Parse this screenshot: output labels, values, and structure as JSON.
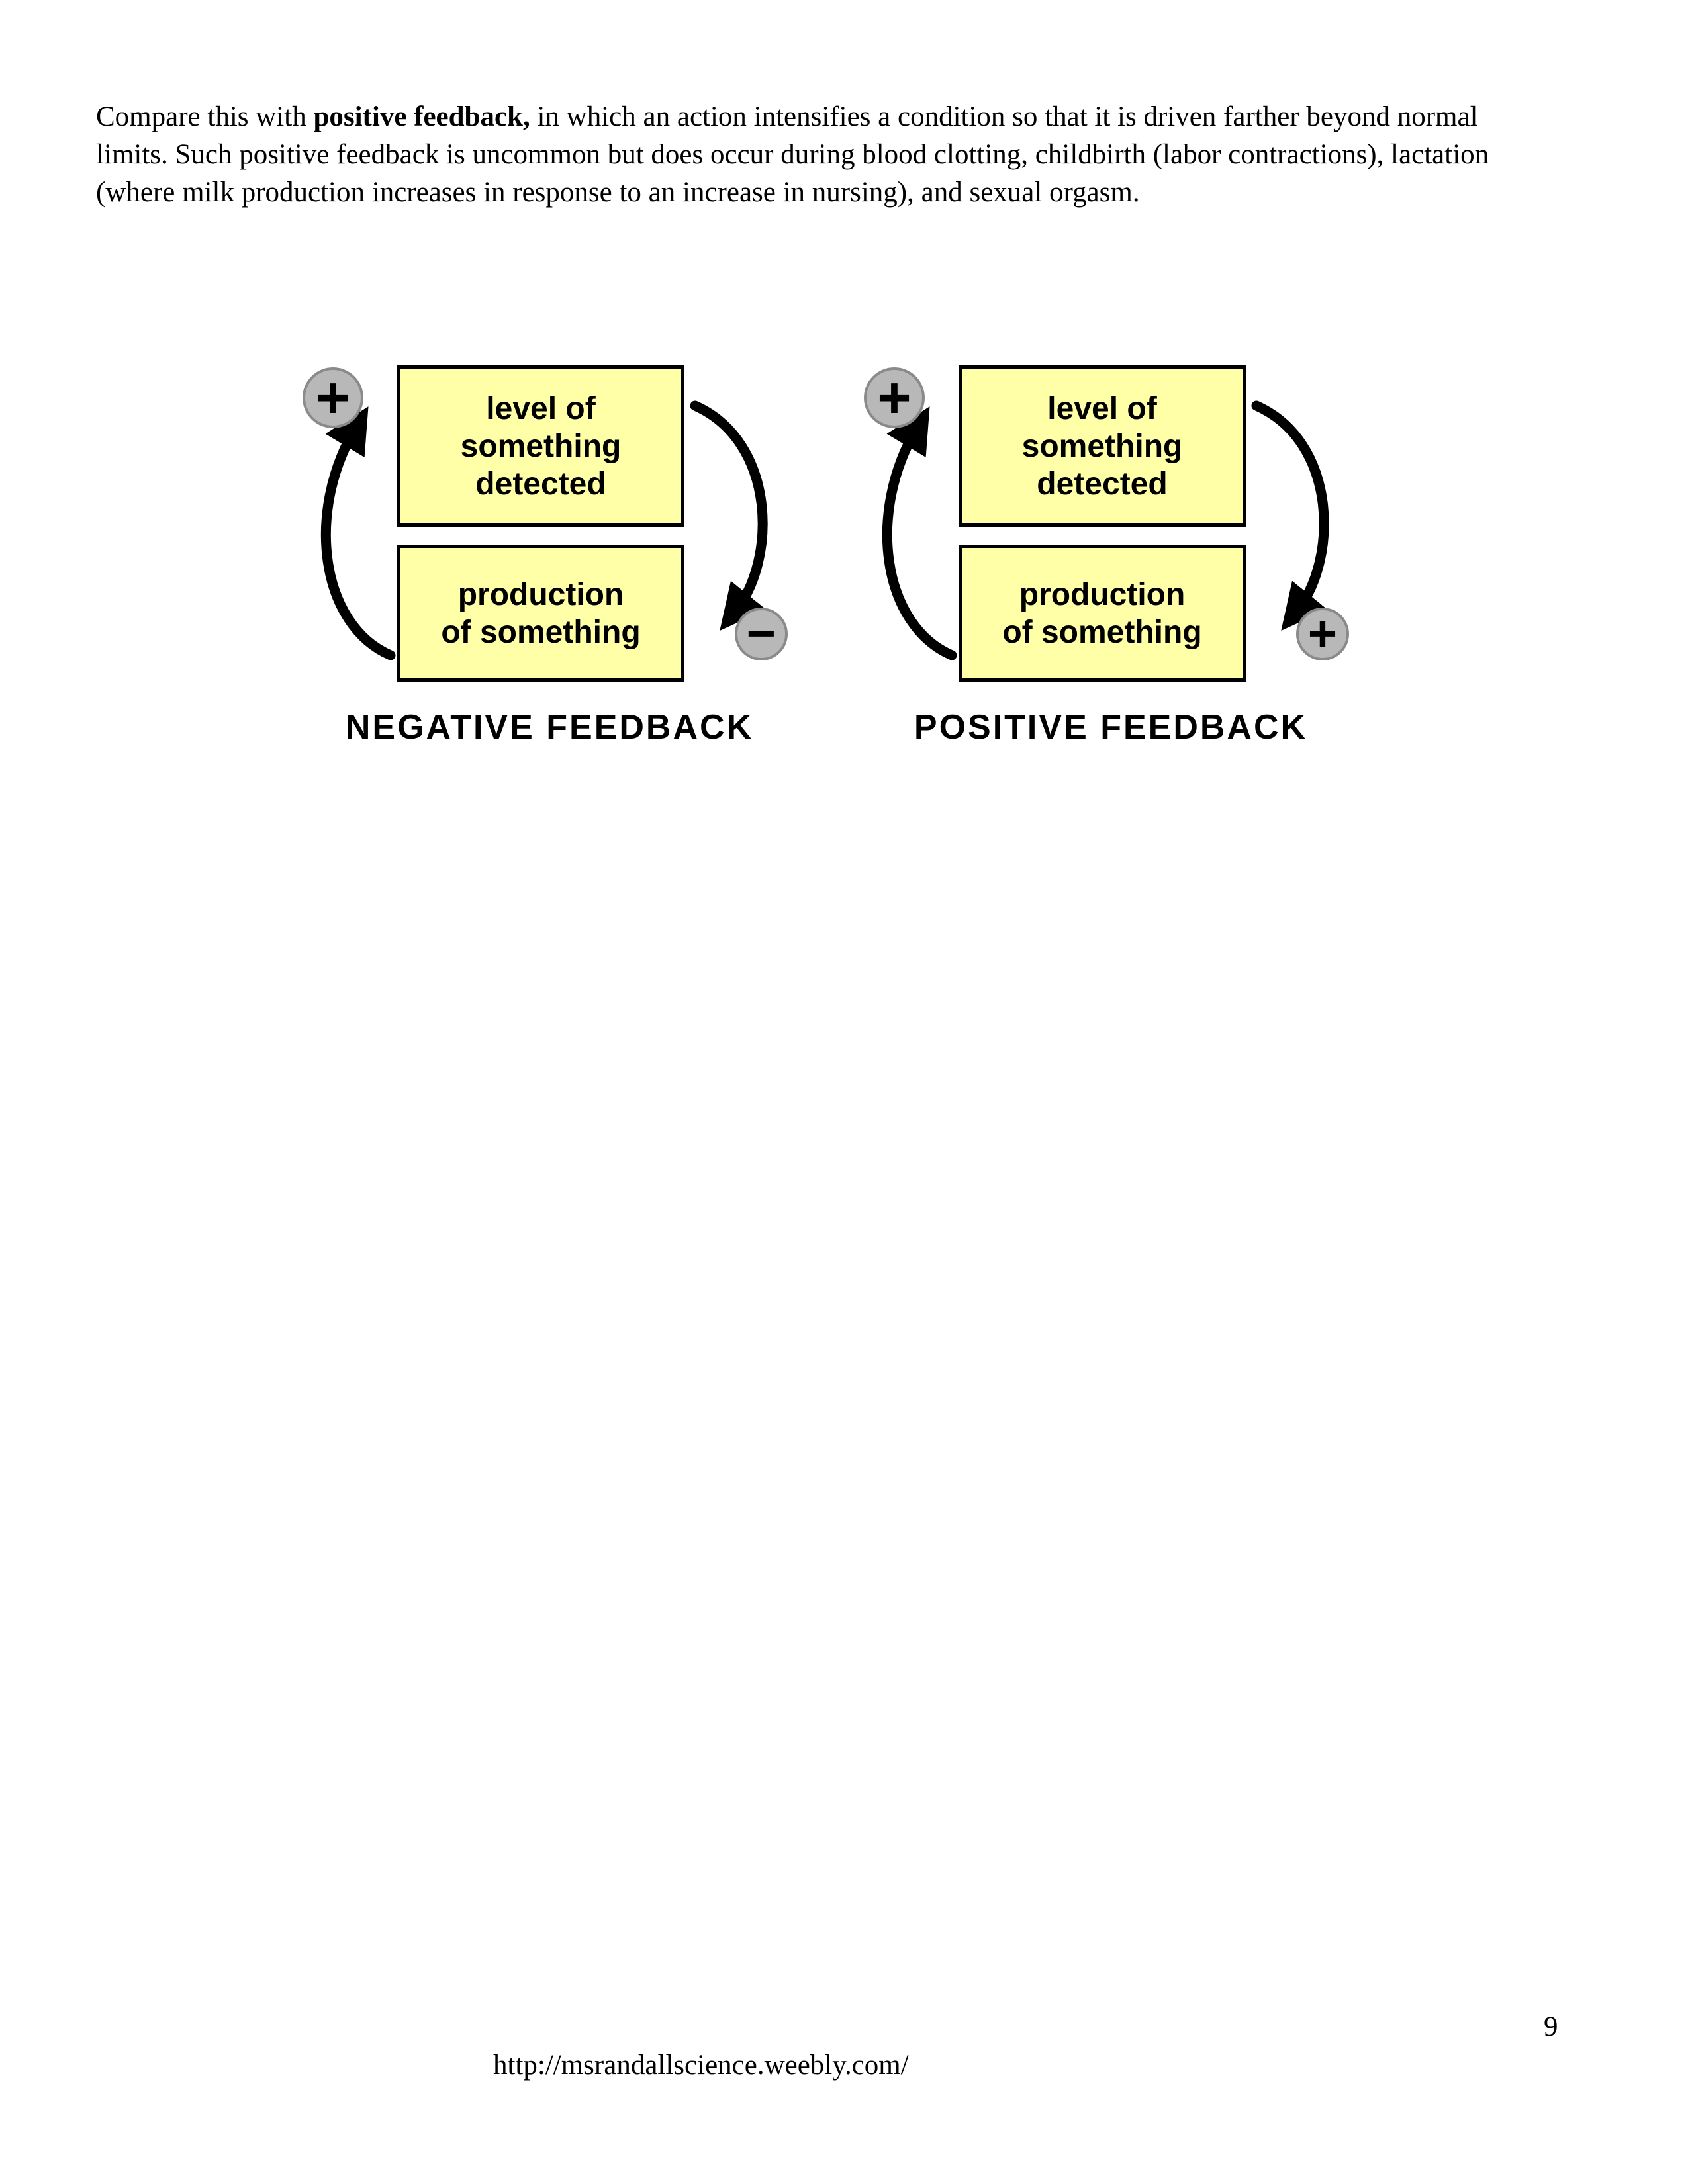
{
  "paragraph": {
    "lead": "Compare this with ",
    "bold": "positive feedback,",
    "rest": " in which an action intensifies a condition so that it is driven farther beyond normal limits. Such positive feedback is uncommon but does occur during blood clotting, childbirth (labor contractions), lactation (where milk production increases in response to an increase in nursing), and sexual orgasm."
  },
  "diagrams": [
    {
      "top_box": "level of\nsomething\ndetected",
      "bottom_box": "production\nof something",
      "top_sign": "+",
      "bottom_sign": "−",
      "label": "NEGATIVE FEEDBACK"
    },
    {
      "top_box": "level of\nsomething\ndetected",
      "bottom_box": "production\nof something",
      "top_sign": "+",
      "bottom_sign": "+",
      "label": "POSITIVE FEEDBACK"
    }
  ],
  "footer": {
    "url": "http://msrandallscience.weebly.com/",
    "page_number": "9"
  },
  "colors": {
    "box_fill": "#ffffa8",
    "box_border": "#000000",
    "sign_fill": "#b8b8b8",
    "text": "#000000"
  }
}
